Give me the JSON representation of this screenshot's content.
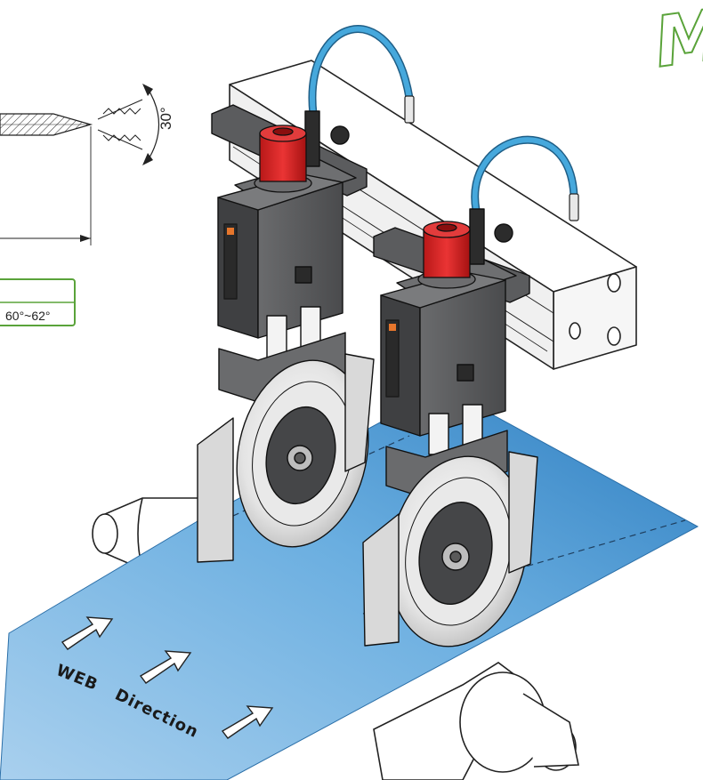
{
  "angle_label": "30°",
  "hardness_label": "60°~62°",
  "direction_label_1": "WEB",
  "direction_label_2": "Direction",
  "brand_fragment": "MC",
  "colors": {
    "web_sheet": "#3f8fcf",
    "web_sheet_light": "#9cc8ea",
    "air_hose": "#46a8dc",
    "knob_red": "#d42626",
    "cassette_body": "#57585a",
    "cassette_dark": "#3c3d3f",
    "blade_silver": "#e2e2e2",
    "brand_green": "#5aa33a",
    "table_border": "#5aa33a"
  },
  "icons": [
    "arrow-icon",
    "air-fitting-icon",
    "adjust-knob-icon"
  ]
}
